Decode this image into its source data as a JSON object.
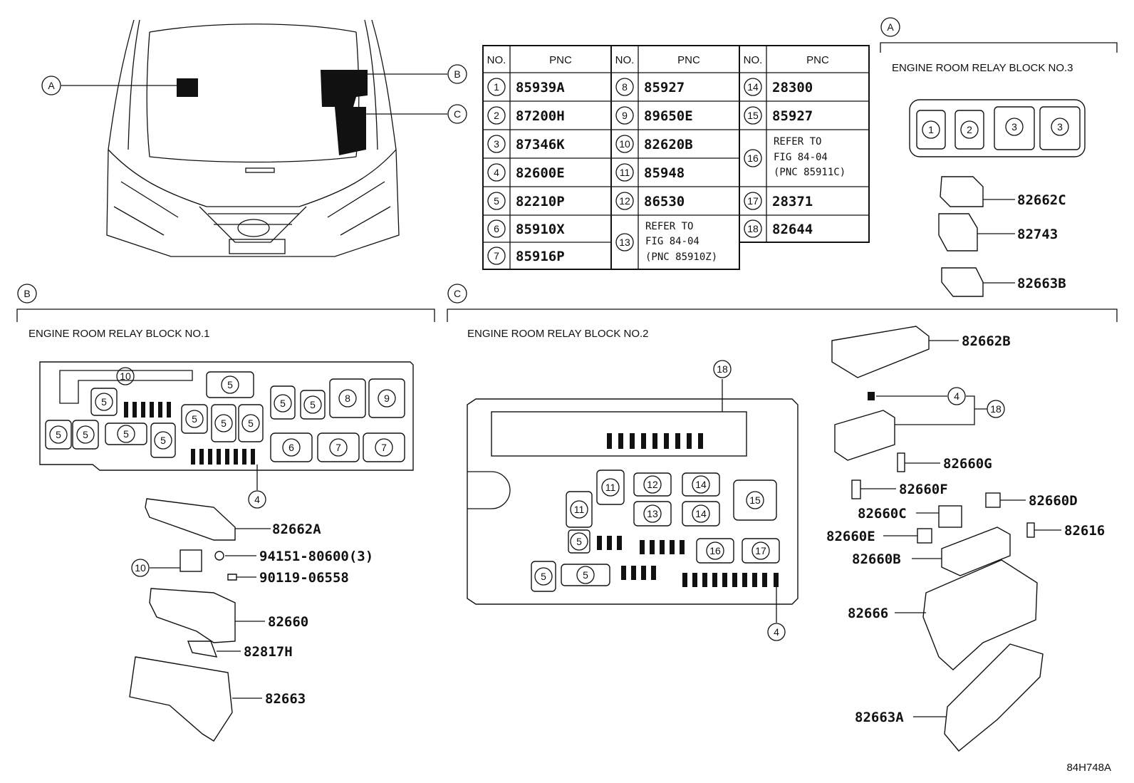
{
  "table": {
    "header_no": "NO.",
    "header_pnc": "PNC",
    "col1": [
      {
        "no": "1",
        "pnc": "85939A"
      },
      {
        "no": "2",
        "pnc": "87200H"
      },
      {
        "no": "3",
        "pnc": "87346K"
      },
      {
        "no": "4",
        "pnc": "82600E"
      },
      {
        "no": "5",
        "pnc": "82210P"
      },
      {
        "no": "6",
        "pnc": "85910X"
      },
      {
        "no": "7",
        "pnc": "85916P"
      }
    ],
    "col2": [
      {
        "no": "8",
        "pnc": "85927"
      },
      {
        "no": "9",
        "pnc": "89650E"
      },
      {
        "no": "10",
        "pnc": "82620B"
      },
      {
        "no": "11",
        "pnc": "85948"
      },
      {
        "no": "12",
        "pnc": "86530"
      },
      {
        "no": "13",
        "ref1": "REFER TO",
        "ref2": "FIG 84-04",
        "ref3": "(PNC 85910Z)"
      }
    ],
    "col3": [
      {
        "no": "14",
        "pnc": "28300"
      },
      {
        "no": "15",
        "pnc": "85927"
      },
      {
        "no": "16",
        "ref1": "REFER TO",
        "ref2": "FIG 84-04",
        "ref3": "(PNC 85911C)"
      },
      {
        "no": "17",
        "pnc": "28371"
      },
      {
        "no": "18",
        "pnc": "82644"
      }
    ]
  },
  "callouts": {
    "a": "A",
    "b": "B",
    "c": "C"
  },
  "block3": {
    "title": "ENGINE ROOM RELAY BLOCK NO.3",
    "slots": [
      "1",
      "2",
      "3",
      "3"
    ],
    "parts": [
      "82662C",
      "82743",
      "82663B"
    ]
  },
  "block1": {
    "title": "ENGINE ROOM RELAY BLOCK NO.1",
    "refs": {
      "ten": "10",
      "four": "4",
      "five": "5",
      "six": "6",
      "seven": "7",
      "eight": "8",
      "nine": "9"
    },
    "parts": [
      "82662A",
      "94151-80600(3)",
      "90119-06558",
      "82660",
      "82817H",
      "82663"
    ]
  },
  "block2": {
    "title": "ENGINE ROOM RELAY BLOCK NO.2",
    "refs": {
      "eighteen": "18",
      "eleven": "11",
      "twelve": "12",
      "thirteen": "13",
      "fourteen": "14",
      "fifteen": "15",
      "sixteen": "16",
      "seventeen": "17",
      "five": "5",
      "four": "4"
    },
    "parts": [
      "82662B",
      "82660G",
      "82660F",
      "82660C",
      "82660D",
      "82660E",
      "82616",
      "82660B",
      "82666",
      "82663A"
    ]
  },
  "figure_code": "84H748A"
}
